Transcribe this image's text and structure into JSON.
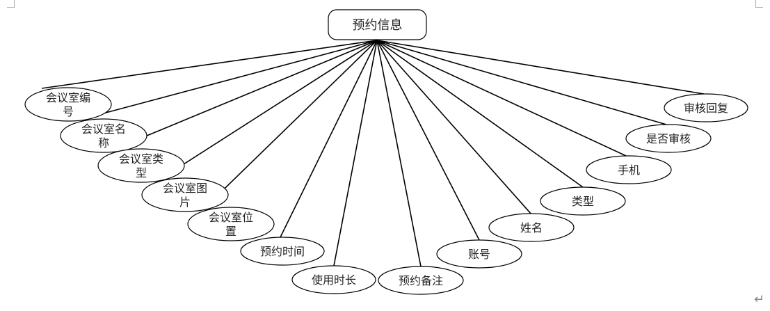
{
  "root": {
    "label": "预约信息"
  },
  "attributes": [
    {
      "lines": [
        "会议室编",
        "号"
      ]
    },
    {
      "lines": [
        "会议室名",
        "称"
      ]
    },
    {
      "lines": [
        "会议室类",
        "型"
      ]
    },
    {
      "lines": [
        "会议室图",
        "片"
      ]
    },
    {
      "lines": [
        "会议室位",
        "置"
      ]
    },
    {
      "lines": [
        "预约时间"
      ]
    },
    {
      "lines": [
        "使用时长"
      ]
    },
    {
      "lines": [
        "预约备注"
      ]
    },
    {
      "lines": [
        "账号"
      ]
    },
    {
      "lines": [
        "姓名"
      ]
    },
    {
      "lines": [
        "类型"
      ]
    },
    {
      "lines": [
        "手机"
      ]
    },
    {
      "lines": [
        "是否审核"
      ]
    },
    {
      "lines": [
        "审核回复"
      ]
    }
  ],
  "paragraph_mark": "↵"
}
